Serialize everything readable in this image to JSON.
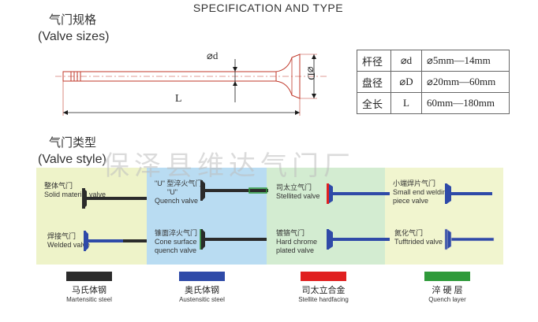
{
  "header": {
    "title": "SPECIFICATION AND TYPE"
  },
  "sizes": {
    "title_cn": "气门规格",
    "title_en": "(Valve sizes)"
  },
  "diagram": {
    "label_d": "⌀d",
    "label_D": "⌀D",
    "label_L": "L"
  },
  "spec_table": [
    {
      "cn": "杆径",
      "sym": "⌀d",
      "range": "⌀5mm—14mm"
    },
    {
      "cn": "盘径",
      "sym": "⌀D",
      "range": "⌀20mm—60mm"
    },
    {
      "cn": "全长",
      "sym": "L",
      "range": "60mm—180mm"
    }
  ],
  "types": {
    "title_cn": "气门类型",
    "title_en": "(Valve style)"
  },
  "watermark": "保泽县维达气门厂",
  "panels": [
    {
      "lines": [
        "整体气门",
        "Solid material valve"
      ]
    },
    {
      "lines": [
        "焊接气门",
        "Welded valve"
      ]
    },
    {
      "lines": [
        "\"U\" 型淬火气门",
        "\"U\"",
        "Quench valve"
      ]
    },
    {
      "lines": [
        "锥面淬火气门",
        "Cone surface",
        "quench valve"
      ]
    },
    {
      "lines": [
        "司太立气门",
        "Stellited valve"
      ]
    },
    {
      "lines": [
        "镀铬气门",
        "Hard chrome",
        "plated valve"
      ]
    },
    {
      "lines": [
        "小端焊片气门",
        "Small end welding",
        "piece valve"
      ]
    },
    {
      "lines": [
        "氮化气门",
        "Tufftrided valve"
      ]
    }
  ],
  "legend": [
    {
      "cn": "马氏体钢",
      "en": "Martensitic steel",
      "color": "#2b2b2b"
    },
    {
      "cn": "奥氏体钢",
      "en": "Austensitic steel",
      "color": "#2f4aa8"
    },
    {
      "cn": "司太立合金",
      "en": "Stellite hardfacing",
      "color": "#e02020"
    },
    {
      "cn": "淬 硬 层",
      "en": "Quench layer",
      "color": "#2f9a3a"
    }
  ],
  "colors": {
    "martensitic": "#2b2b2b",
    "austenitic": "#2f4aa8",
    "stellite": "#e02020",
    "quench": "#2f9a3a",
    "drawing": "#c0392b"
  }
}
